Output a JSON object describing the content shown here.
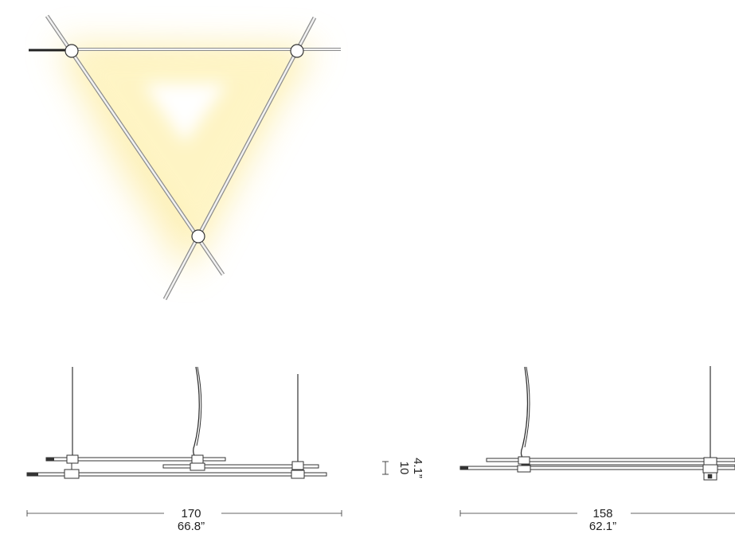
{
  "top_view": {
    "glow_color": "#FFF3B0",
    "rod_color": "#9a9a9a",
    "joint_color": "#ffffff"
  },
  "front_view": {
    "width_metric": "170",
    "width_imperial": "66.8”",
    "height_metric": "10",
    "height_imperial": "4.1”"
  },
  "side_view": {
    "width_metric": "158",
    "width_imperial": "62.1”"
  }
}
